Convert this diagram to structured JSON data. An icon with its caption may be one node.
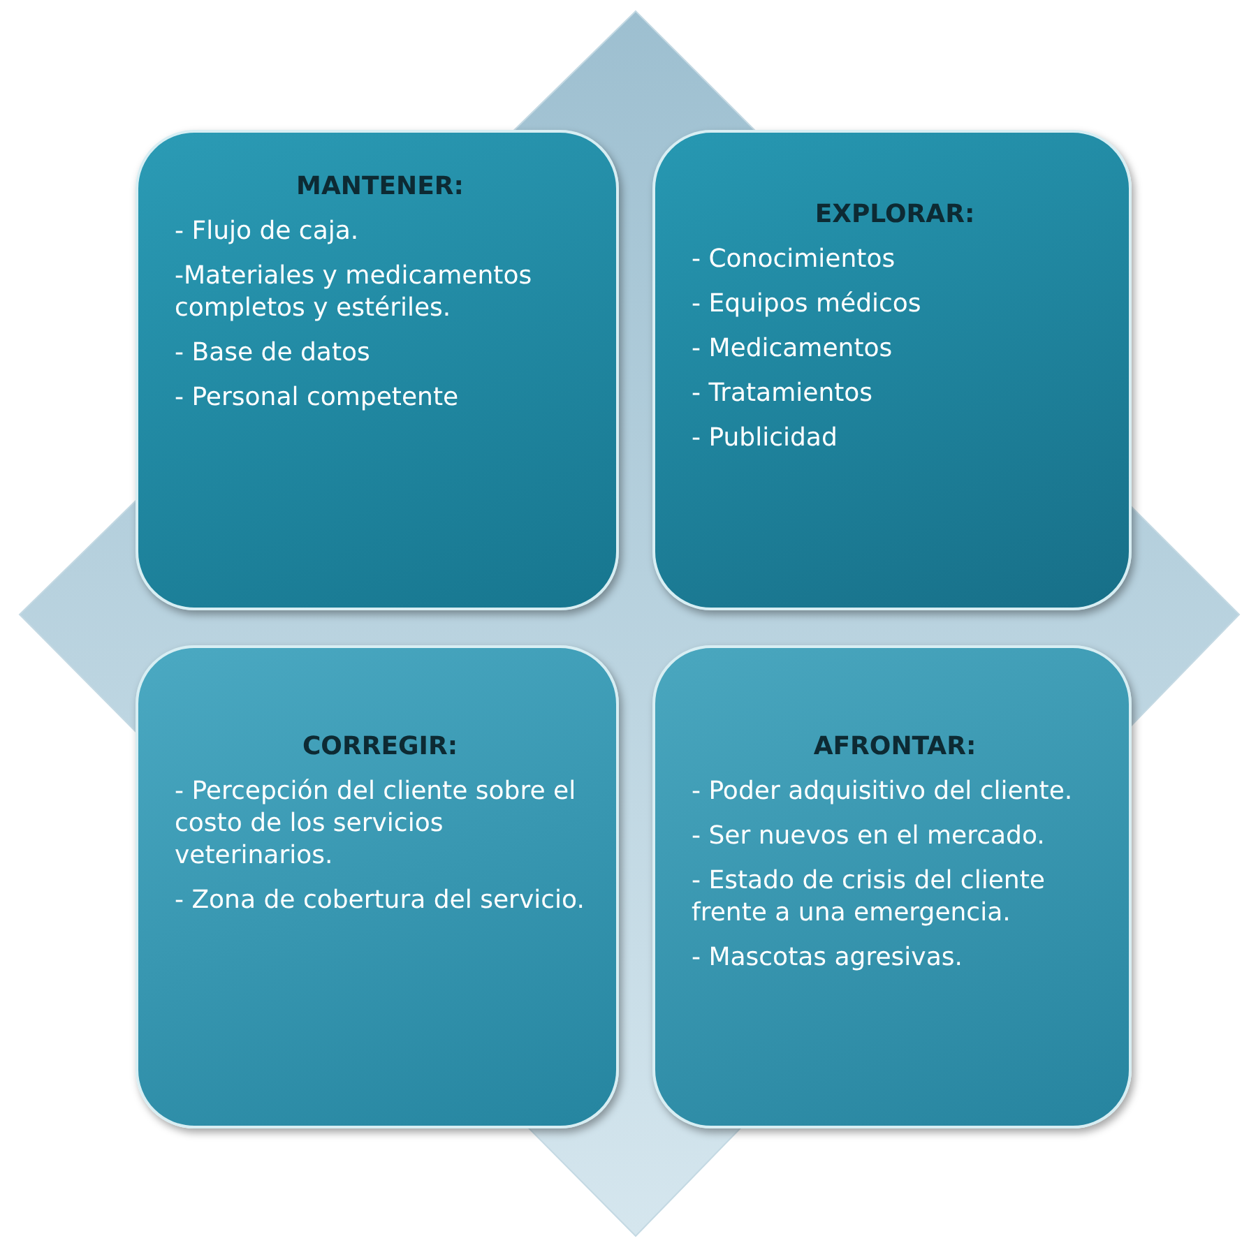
{
  "diagram": {
    "nodes": [
      {
        "text": [
          "MANTENER:",
          "- Flujo de caja.",
          "-Materiales y medicamentos completos y estériles.",
          "- Base de datos",
          "- Personal competente"
        ]
      },
      {
        "text": [
          "EXPLORAR:",
          "- Conocimientos",
          "- Equipos médicos",
          "- Medicamentos",
          "- Tratamientos",
          "- Publicidad"
        ]
      },
      {
        "text": [
          "CORREGIR:",
          "- Percepción del cliente sobre el costo de los servicios veterinarios.",
          "- Zona de cobertura del servicio."
        ]
      },
      {
        "text": [
          "AFRONTAR:",
          "- Poder adquisitivo del cliente.",
          "- Ser nuevos en el mercado.",
          "- Estado de crisis del cliente frente a una emergencia.",
          "- Mascotas agresivas."
        ]
      }
    ]
  }
}
